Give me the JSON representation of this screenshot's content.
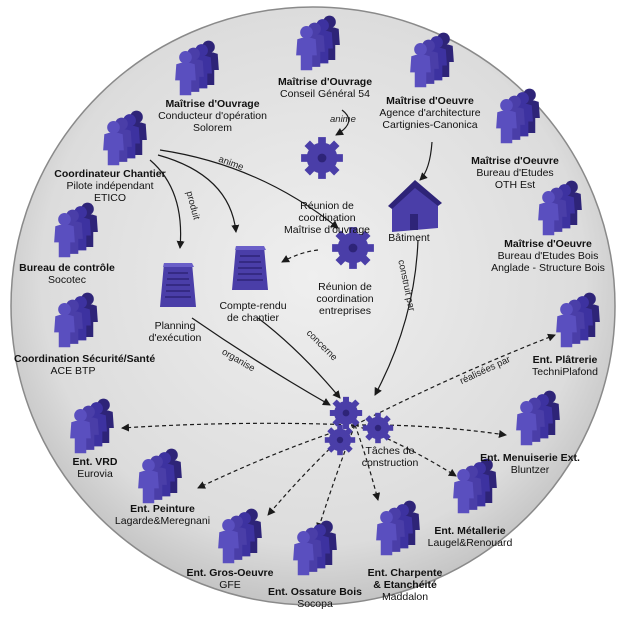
{
  "colors": {
    "figure": "#4a3ea8",
    "figure_dark": "#2e2478",
    "figure_light": "#6a5fc8",
    "disc": "#d6d6d6",
    "disc_edge": "#8a8a8a",
    "arrow": "#1a1a1a"
  },
  "icons": [
    "person-group-icon",
    "document-icon",
    "gear-icon",
    "house-icon",
    "gears-cluster-icon"
  ],
  "actors": {
    "mo_conducteur": {
      "role": "Maîtrise d'Ouvrage",
      "line1": "Conducteur d'opération",
      "line2": "Solorem"
    },
    "mo_conseil": {
      "role": "Maîtrise d'Ouvrage",
      "line1": "Conseil Général 54",
      "line2": ""
    },
    "moe_agence": {
      "role": "Maîtrise d'Oeuvre",
      "line1": "Agence d'architecture",
      "line2": "Cartignies-Canonica"
    },
    "moe_oth": {
      "role": "Maîtrise d'Oeuvre",
      "line1": "Bureau d'Etudes",
      "line2": "OTH Est"
    },
    "coordinateur": {
      "role": "Coordinateur Chantier",
      "line1": "Pilote indépendant",
      "line2": "ETICO"
    },
    "moe_bois": {
      "role": "Maîtrise d'Oeuvre",
      "line1": "Bureau d'Etudes Bois",
      "line2": "Anglade - Structure Bois"
    },
    "controle": {
      "role": "Bureau de contrôle",
      "line1": "Socotec",
      "line2": ""
    },
    "sps": {
      "role": "Coordination Sécurité/Santé",
      "line1": "ACE BTP",
      "line2": ""
    },
    "platrerie": {
      "role": "Ent. Plâtrerie",
      "line1": "TechniPlafond",
      "line2": ""
    },
    "vrd": {
      "role": "Ent. VRD",
      "line1": "Eurovia",
      "line2": ""
    },
    "menuiserie": {
      "role": "Ent. Menuiserie Ext.",
      "line1": "Bluntzer",
      "line2": ""
    },
    "peinture": {
      "role": "Ent. Peinture",
      "line1": "Lagarde&Meregnani",
      "line2": ""
    },
    "metallerie": {
      "role": "Ent. Métallerie",
      "line1": "Laugel&Renouard",
      "line2": ""
    },
    "gros_oeuvre": {
      "role": "Ent. Gros-Oeuvre",
      "line1": "GFE",
      "line2": ""
    },
    "charpente": {
      "role": "Ent. Charpente",
      "line1": "& Etanchéité",
      "line2": "Maddalon"
    },
    "ossature": {
      "role": "Ent. Ossature Bois",
      "line1": "Socopa",
      "line2": ""
    }
  },
  "nodes": {
    "reunion_mo": [
      "Réunion de",
      "coordination",
      "Maîtrise d'ouvrage"
    ],
    "batiment": [
      "Bâtiment"
    ],
    "reunion_ent": [
      "Réunion de",
      "coordination",
      "entreprises"
    ],
    "compte_rendu": [
      "Compte-rendu",
      "de chantier"
    ],
    "planning": [
      "Planning",
      "d'exécution"
    ],
    "taches": [
      "Tâches de",
      "construction"
    ]
  },
  "edges": {
    "anime1": "anime",
    "anime2": "anime",
    "produit": "produit",
    "construit_par": "construit par",
    "organise": "organise",
    "concerne": "concerne",
    "realisees_par": "réalisées par"
  }
}
